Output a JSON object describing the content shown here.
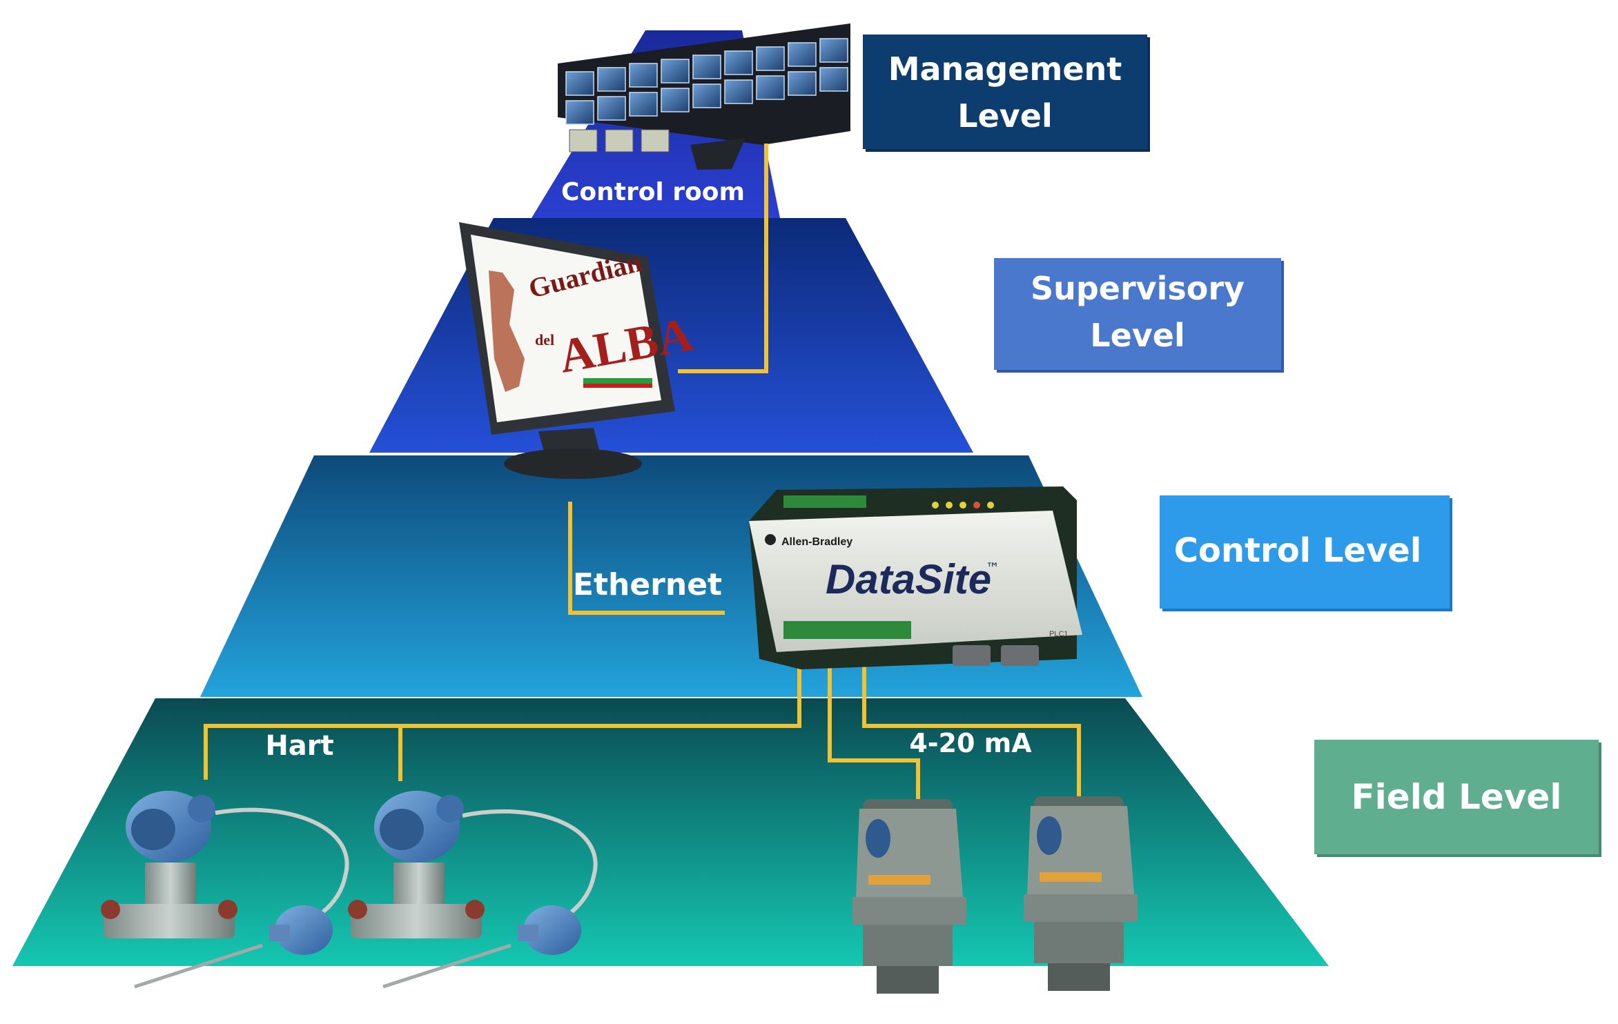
{
  "levels": {
    "management": {
      "line1": "Management",
      "line2": "Level",
      "color": "#0d3d6e"
    },
    "supervisory": {
      "line1": "Supervisory",
      "line2": "Level",
      "color": "#4a78cc"
    },
    "control": {
      "label": "Control Level",
      "color": "#2d9bea"
    },
    "field": {
      "label": "Field Level",
      "color": "#5fae90"
    }
  },
  "labels": {
    "control_room": "Control room",
    "ethernet": "Ethernet",
    "hart": "Hart",
    "ma": "4-20 mA"
  },
  "devices": {
    "hmi_logo_top": "Guardián",
    "hmi_logo_mid": "del",
    "hmi_logo_main": "ALBA",
    "rtu_brand": "Allen-Bradley",
    "rtu_model": "DataSite",
    "rtu_tm": "™",
    "rtu_tag": "PLC1"
  },
  "colors": {
    "wire": "#f2c230",
    "tier_top": "#1b2fae",
    "tier_supervisory": "#1f3fb8",
    "tier_control": "#1a7fb8",
    "tier_field": "#0f8f88"
  }
}
